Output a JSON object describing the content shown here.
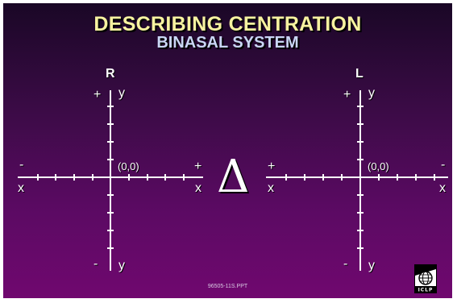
{
  "title": "DESCRIBING CENTRATION",
  "subtitle": "BINASAL SYSTEM",
  "right_eye": {
    "eye_label": "R",
    "y_top_sign": "+",
    "y_top_label": "y",
    "y_bottom_sign": "-",
    "y_bottom_label": "y",
    "x_left_sign": "-",
    "x_left_label": "x",
    "x_right_sign": "+",
    "x_right_label": "x",
    "origin": "(0,0)"
  },
  "left_eye": {
    "eye_label": "L",
    "y_top_sign": "+",
    "y_top_label": "y",
    "y_bottom_sign": "-",
    "y_bottom_label": "y",
    "x_left_sign": "+",
    "x_left_label": "x",
    "x_right_sign": "-",
    "x_right_label": "x",
    "origin": "(0,0)"
  },
  "center_symbol": "Δ",
  "file_name": "96505-11S.PPT",
  "logo_text": "ICLP",
  "colors": {
    "title": "#f7f2a0",
    "subtitle": "#c9d6f4",
    "axes": "#ffffff",
    "background_top": "#1a0726",
    "background_bottom": "#70086f"
  }
}
